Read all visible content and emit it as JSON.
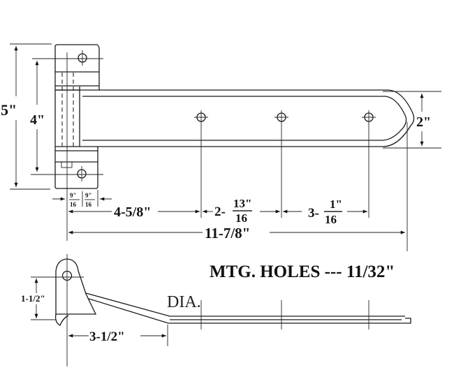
{
  "dimensions": {
    "overall_height": "5\"",
    "hole_spacing_vertical": "4\"",
    "strap_width": "2\"",
    "pin_offset_left": {
      "num": "9\"",
      "den": "16"
    },
    "pin_offset_right": {
      "num": "9\"",
      "den": "16"
    },
    "first_hole": "4-5/8\"",
    "second_spacing": {
      "whole": "2-",
      "num": "13\"",
      "den": "16"
    },
    "third_spacing": {
      "whole": "3-",
      "num": "1\"",
      "den": "16"
    },
    "overall_length": "11-7/8\"",
    "offset_height": "1-1/2\"",
    "offset_length": "3-1/2\""
  },
  "notes": {
    "mounting_holes": "MTG. HOLES --- 11/32\"",
    "dia": "DIA."
  }
}
